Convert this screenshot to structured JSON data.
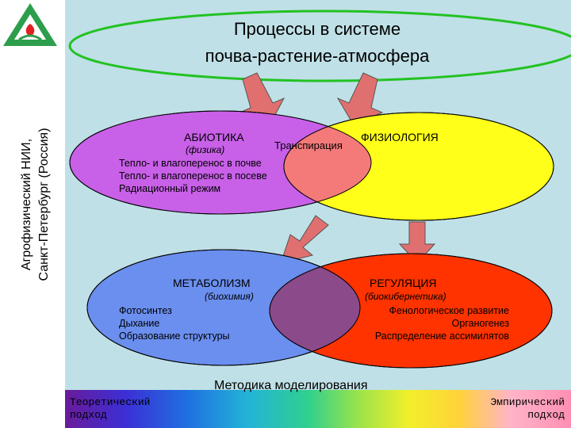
{
  "title": {
    "line1": "Процессы в системе",
    "line2": "почва-растение-атмосфера"
  },
  "sidebar": {
    "label_line1": "Агрофизический НИИ,",
    "label_line2": "Санкт-Петербург (Россия)"
  },
  "abiotics": {
    "title": "АБИОТИКА",
    "subtitle": "(физика)",
    "items": [
      "Тепло- и влагоперенос в почве",
      "Тепло- и влагоперенос в посеве",
      "Радиационный режим"
    ]
  },
  "physiology": {
    "title": "ФИЗИОЛОГИЯ"
  },
  "transpiration": "Транспирация",
  "metabolism": {
    "title": "МЕТАБОЛИЗМ",
    "subtitle": "(биохимия)",
    "items": [
      "Фотосинтез",
      "Дыхание",
      "Образование структуры"
    ]
  },
  "regulation": {
    "title": "РЕГУЛЯЦИЯ",
    "subtitle": "(биокибернетика)",
    "items": [
      "Фенологическое развитие",
      "Органогенез",
      "Распределение ассимилятов"
    ]
  },
  "modeling": {
    "title": "Методика моделирования",
    "left": "Теоретический\nподход",
    "right": "Эмпирический\nподход"
  },
  "colors": {
    "background": "#bfe0e6",
    "abiotics": "#c860e8",
    "physiology": "#ffff1a",
    "overlap_top": "#f47a7a",
    "metabolism": "#6b8fef",
    "regulation": "#ff3300",
    "overlap_bottom": "#8b4a8a",
    "arrow": "#e07070",
    "title_ring": "#22c222",
    "logo": "#2d9e4b"
  }
}
